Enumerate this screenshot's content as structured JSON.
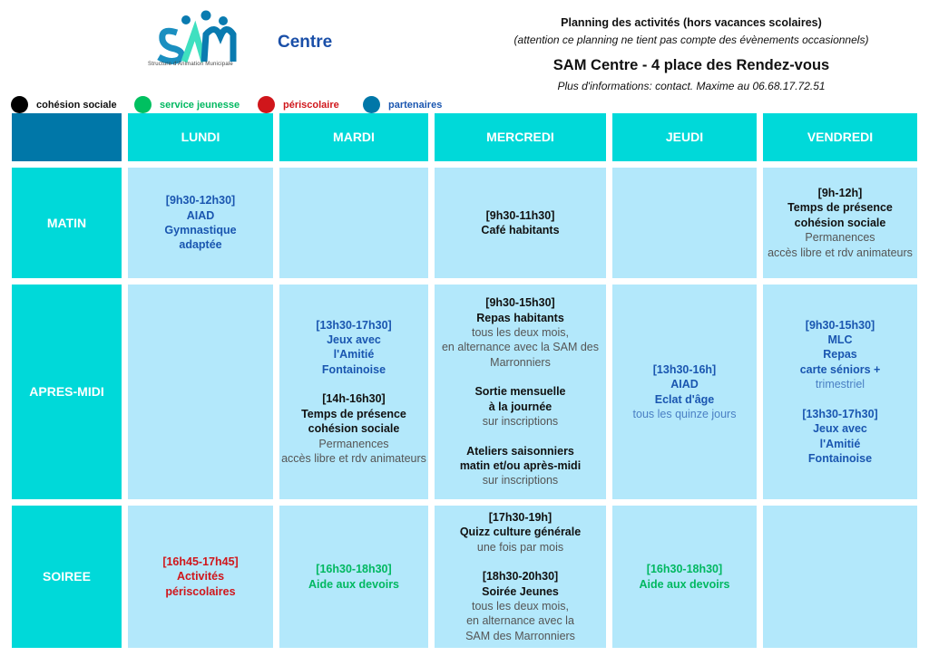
{
  "logo": {
    "text": "SAM",
    "subtitle": "Structure d'Animation Municipale"
  },
  "site": "Centre",
  "header": {
    "title": "Planning des activités (hors vacances scolaires)",
    "note": "(attention ce planning ne tient pas compte des évènements occasionnels)",
    "place": "SAM Centre - 4 place des Rendez-vous",
    "contact": "Plus d'informations: contact. Maxime au 06.68.17.72.51"
  },
  "legend": [
    {
      "label": "cohésion sociale",
      "color": "#000000",
      "text_color": "#111111"
    },
    {
      "label": "service jeunesse",
      "color": "#00c060",
      "text_color": "#00b860"
    },
    {
      "label": "périscolaire",
      "color": "#d0161b",
      "text_color": "#d0161b"
    },
    {
      "label": "partenaires",
      "color": "#0077a8",
      "text_color": "#1a56b0"
    }
  ],
  "days": [
    "LUNDI",
    "MARDI",
    "MERCREDI",
    "JEUDI",
    "VENDREDI"
  ],
  "periods": [
    "MATIN",
    "APRES-MIDI",
    "SOIREE"
  ],
  "grid": [
    [
      [
        {
          "cat": "partenaires",
          "lines": [
            [
              "[9h30-12h30]",
              "b"
            ],
            [
              "AIAD",
              "b"
            ],
            [
              "Gymnastique",
              "b"
            ],
            [
              "adaptée",
              "b"
            ]
          ]
        }
      ],
      [],
      [
        {
          "cat": "cohesion",
          "lines": [
            [
              "[9h30-11h30]",
              "b"
            ],
            [
              "Café habitants",
              "b"
            ]
          ]
        }
      ],
      [],
      [
        {
          "cat": "cohesion",
          "lines": [
            [
              "[9h-12h]",
              "b"
            ],
            [
              "Temps de présence",
              "b"
            ],
            [
              "cohésion sociale",
              "b"
            ],
            [
              "Permanences",
              "n"
            ],
            [
              "accès libre et rdv animateurs",
              "n"
            ]
          ]
        }
      ]
    ],
    [
      [],
      [
        {
          "cat": "partenaires",
          "lines": [
            [
              "[13h30-17h30]",
              "b"
            ],
            [
              "Jeux avec",
              "b"
            ],
            [
              "l'Amitié",
              "b"
            ],
            [
              "Fontainoise",
              "b"
            ]
          ]
        },
        {
          "cat": "cohesion",
          "lines": [
            [
              "[14h-16h30]",
              "b"
            ],
            [
              "Temps de présence",
              "b"
            ],
            [
              "cohésion sociale",
              "b"
            ],
            [
              "Permanences",
              "n"
            ],
            [
              "accès libre et rdv animateurs",
              "n"
            ]
          ]
        }
      ],
      [
        {
          "cat": "cohesion",
          "lines": [
            [
              "[9h30-15h30]",
              "b"
            ],
            [
              "Repas habitants",
              "b"
            ],
            [
              "tous les deux mois,",
              "n"
            ],
            [
              "en alternance avec la SAM des",
              "n"
            ],
            [
              "Marronniers",
              "n"
            ]
          ]
        },
        {
          "cat": "cohesion",
          "lines": [
            [
              "Sortie mensuelle",
              "b"
            ],
            [
              "à la journée",
              "b"
            ],
            [
              "sur inscriptions",
              "n"
            ]
          ]
        },
        {
          "cat": "cohesion",
          "lines": [
            [
              "Ateliers saisonniers",
              "b"
            ],
            [
              "matin et/ou après-midi",
              "b"
            ],
            [
              "sur inscriptions",
              "n"
            ]
          ]
        }
      ],
      [
        {
          "cat": "partenaires",
          "lines": [
            [
              "[13h30-16h]",
              "b"
            ],
            [
              "AIAD",
              "b"
            ],
            [
              "Eclat d'âge",
              "b"
            ],
            [
              "tous les quinze jours",
              "n"
            ]
          ]
        }
      ],
      [
        {
          "cat": "partenaires",
          "lines": [
            [
              "[9h30-15h30]",
              "b"
            ],
            [
              "MLC",
              "b"
            ],
            [
              "Repas",
              "b"
            ],
            [
              "carte séniors +",
              "b"
            ],
            [
              "trimestriel",
              "n"
            ]
          ]
        },
        {
          "cat": "partenaires",
          "lines": [
            [
              "[13h30-17h30]",
              "b"
            ],
            [
              "Jeux avec",
              "b"
            ],
            [
              "l'Amitié",
              "b"
            ],
            [
              "Fontainoise",
              "b"
            ]
          ]
        }
      ]
    ],
    [
      [
        {
          "cat": "periscolaire",
          "lines": [
            [
              "[16h45-17h45]",
              "b"
            ],
            [
              "Activités",
              "b"
            ],
            [
              "périscolaires",
              "b"
            ]
          ]
        }
      ],
      [
        {
          "cat": "jeunesse",
          "lines": [
            [
              "[16h30-18h30]",
              "b"
            ],
            [
              "Aide aux devoirs",
              "b"
            ]
          ]
        }
      ],
      [
        {
          "cat": "cohesion",
          "lines": [
            [
              "[17h30-19h]",
              "b"
            ],
            [
              "Quizz culture générale",
              "b"
            ],
            [
              "une fois par mois",
              "n"
            ]
          ]
        },
        {
          "cat": "cohesion",
          "lines": [
            [
              "[18h30-20h30]",
              "b"
            ],
            [
              "Soirée Jeunes",
              "b"
            ],
            [
              "tous les deux mois,",
              "n"
            ],
            [
              "en alternance avec la",
              "n"
            ],
            [
              "SAM des Marronniers",
              "n"
            ]
          ]
        }
      ],
      [
        {
          "cat": "jeunesse",
          "lines": [
            [
              "[16h30-18h30]",
              "b"
            ],
            [
              "Aide aux devoirs",
              "b"
            ]
          ]
        }
      ],
      []
    ]
  ]
}
